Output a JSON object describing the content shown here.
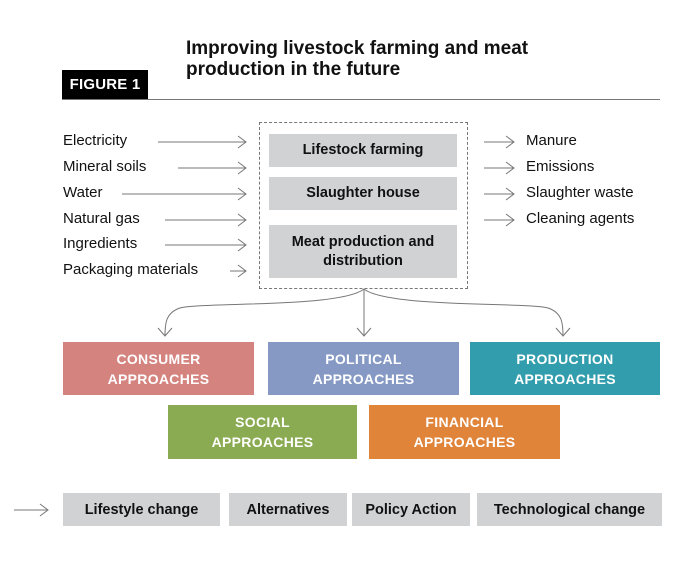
{
  "header": {
    "figure_label": "FIGURE 1",
    "title_line1": "Improving livestock farming and meat",
    "title_line2": "production in the future"
  },
  "inputs": [
    {
      "label": "Electricity"
    },
    {
      "label": "Mineral soils"
    },
    {
      "label": "Water"
    },
    {
      "label": "Natural gas"
    },
    {
      "label": "Ingredients"
    },
    {
      "label": "Packaging materials"
    }
  ],
  "stages": [
    {
      "label": "Lifestock farming"
    },
    {
      "label": "Slaughter house"
    },
    {
      "label": "Meat production and distribution"
    }
  ],
  "outputs": [
    {
      "label": "Manure"
    },
    {
      "label": "Emissions"
    },
    {
      "label": "Slaughter waste"
    },
    {
      "label": "Cleaning agents"
    }
  ],
  "approaches": [
    {
      "line1": "CONSUMER",
      "line2": "APPROACHES",
      "color": "#d4837f"
    },
    {
      "line1": "POLITICAL",
      "line2": "APPROACHES",
      "color": "#8599c4"
    },
    {
      "line1": "PRODUCTION",
      "line2": "APPROACHES",
      "color": "#329ead"
    },
    {
      "line1": "SOCIAL",
      "line2": "APPROACHES",
      "color": "#8aab52"
    },
    {
      "line1": "FINANCIAL",
      "line2": "APPROACHES",
      "color": "#e0843a"
    }
  ],
  "actions": [
    {
      "label": "Lifestyle change"
    },
    {
      "label": "Alternatives"
    },
    {
      "label": "Policy Action"
    },
    {
      "label": "Technological change"
    }
  ],
  "colors": {
    "stage_fill": "#d1d2d4",
    "arrow": "#777777",
    "label_bg": "#000000"
  }
}
